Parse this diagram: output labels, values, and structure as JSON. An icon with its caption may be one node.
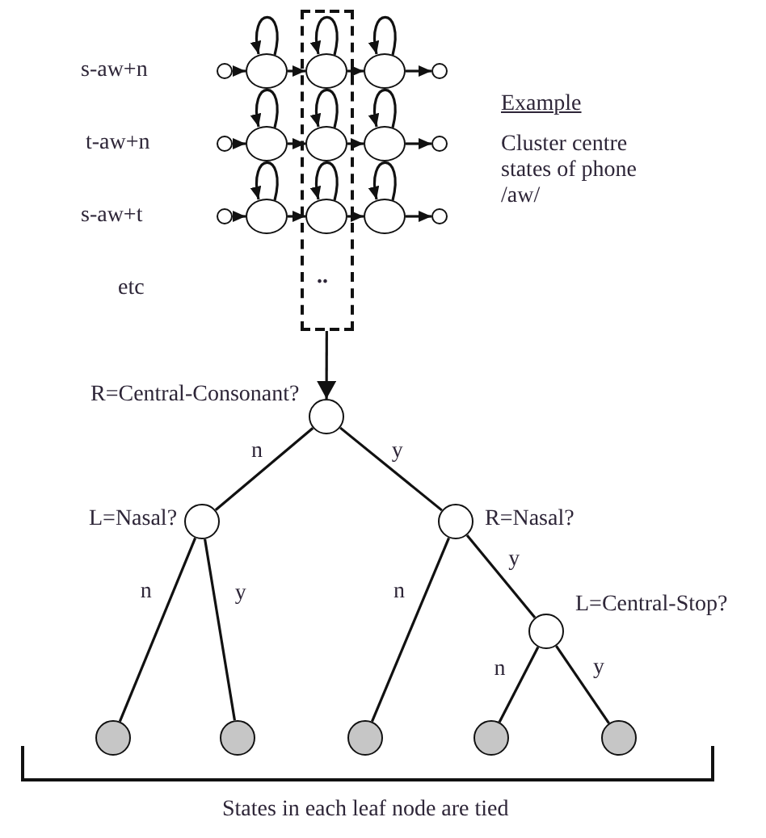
{
  "diagram": {
    "nodes": [
      {
        "text": [],
        "shape": "box"
      },
      {
        "text": [],
        "shape": "circle"
      },
      {
        "text": [],
        "shape": "circle"
      },
      {
        "text": [],
        "shape": "circle",
        "in": 0
      },
      {
        "text": [],
        "shape": "circle"
      },
      {
        "text": [],
        "shape": "circle"
      },
      {
        "text": [],
        "shape": "circle"
      },
      {
        "text": [],
        "shape": "circle"
      },
      {
        "text": [],
        "shape": "circle",
        "in": 0
      },
      {
        "text": [],
        "shape": "circle"
      },
      {
        "text": [],
        "shape": "circle"
      },
      {
        "text": [],
        "shape": "circle"
      },
      {
        "text": [],
        "shape": "circle"
      },
      {
        "text": [],
        "shape": "circle",
        "in": 0
      },
      {
        "text": [],
        "shape": "circle"
      },
      {
        "text": [],
        "shape": "circle"
      },
      {
        "text": [
          "R=Central-Consonant?"
        ]
      },
      {
        "text": [
          "L=Nasal?"
        ]
      },
      {
        "text": [
          "R=Nasal?"
        ]
      },
      {
        "text": [
          "L=Central-Stop?"
        ]
      },
      {
        "text": [],
        "shape": "circle"
      },
      {
        "text": [],
        "shape": "circle"
      },
      {
        "text": [],
        "shape": "circle"
      },
      {
        "text": [],
        "shape": "circle"
      },
      {
        "text": [],
        "shape": "circle"
      }
    ],
    "edges": [
      {
        "from": 1,
        "to": 2,
        "arrow": "to"
      },
      {
        "from": 2,
        "to": 2,
        "arrow": "to"
      },
      {
        "from": 2,
        "to": 3,
        "arrow": "to"
      },
      {
        "from": 3,
        "to": 3,
        "arrow": "to"
      },
      {
        "from": 3,
        "to": 4,
        "arrow": "to"
      },
      {
        "from": 4,
        "to": 4,
        "arrow": "to"
      },
      {
        "from": 4,
        "to": 5,
        "arrow": "to"
      },
      {
        "from": 6,
        "to": 7,
        "arrow": "to"
      },
      {
        "from": 7,
        "to": 7,
        "arrow": "to"
      },
      {
        "from": 7,
        "to": 8,
        "arrow": "to"
      },
      {
        "from": 8,
        "to": 8,
        "arrow": "to"
      },
      {
        "from": 8,
        "to": 9,
        "arrow": "to"
      },
      {
        "from": 9,
        "to": 9,
        "arrow": "to"
      },
      {
        "from": 9,
        "to": 10,
        "arrow": "to"
      },
      {
        "from": 11,
        "to": 12,
        "arrow": "to"
      },
      {
        "from": 12,
        "to": 12,
        "arrow": "to"
      },
      {
        "from": 12,
        "to": 13,
        "arrow": "to"
      },
      {
        "from": 13,
        "to": 13,
        "arrow": "to"
      },
      {
        "from": 13,
        "to": 14,
        "arrow": "to"
      },
      {
        "from": 14,
        "to": 14,
        "arrow": "to"
      },
      {
        "from": 14,
        "to": 15,
        "arrow": "to"
      },
      {
        "from": 0,
        "to": 16,
        "arrow": "to"
      },
      {
        "from": 16,
        "to": 17,
        "label": "n",
        "arrow": "none"
      },
      {
        "from": 16,
        "to": 18,
        "label": "y",
        "arrow": "none"
      },
      {
        "from": 17,
        "to": 20,
        "label": "n",
        "arrow": "none"
      },
      {
        "from": 17,
        "to": 21,
        "label": "y",
        "arrow": "none"
      },
      {
        "from": 18,
        "to": 22,
        "label": "n",
        "arrow": "none"
      },
      {
        "from": 18,
        "to": 19,
        "label": "y",
        "arrow": "none"
      },
      {
        "from": 19,
        "to": 23,
        "label": "n",
        "arrow": "none"
      },
      {
        "from": 19,
        "to": 24,
        "label": "y",
        "arrow": "none"
      }
    ],
    "labels": [
      "s-aw+n",
      "t-aw+n",
      "s-aw+t",
      "etc",
      "..",
      "Example",
      "Cluster centre states of phone /aw/",
      "States in each leaf node are tied"
    ]
  }
}
